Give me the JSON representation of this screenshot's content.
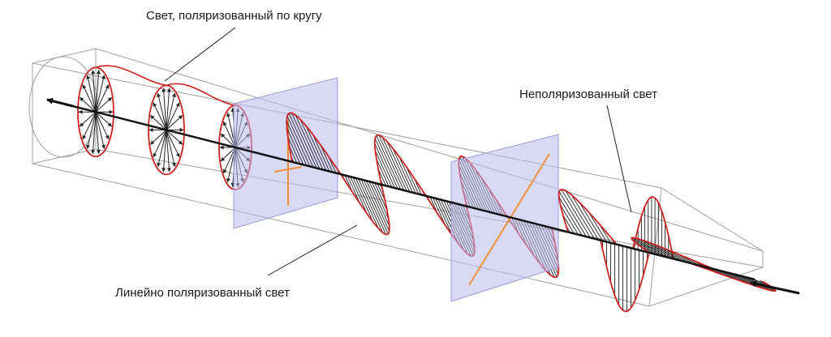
{
  "labels": {
    "circular": "Свет, поляризованный по кругу",
    "unpolarized": "Неполяризованный свет",
    "linear": "Линейно поляризованный свет"
  },
  "colors": {
    "wave_outline": "#cc2222",
    "arrow": "#111111",
    "polarizer_fill": "#b9b9ee",
    "polarizer_edge": "#9a9ad8",
    "transmission_axis": "#f0903a",
    "box_edge": "#9a9a9a"
  }
}
